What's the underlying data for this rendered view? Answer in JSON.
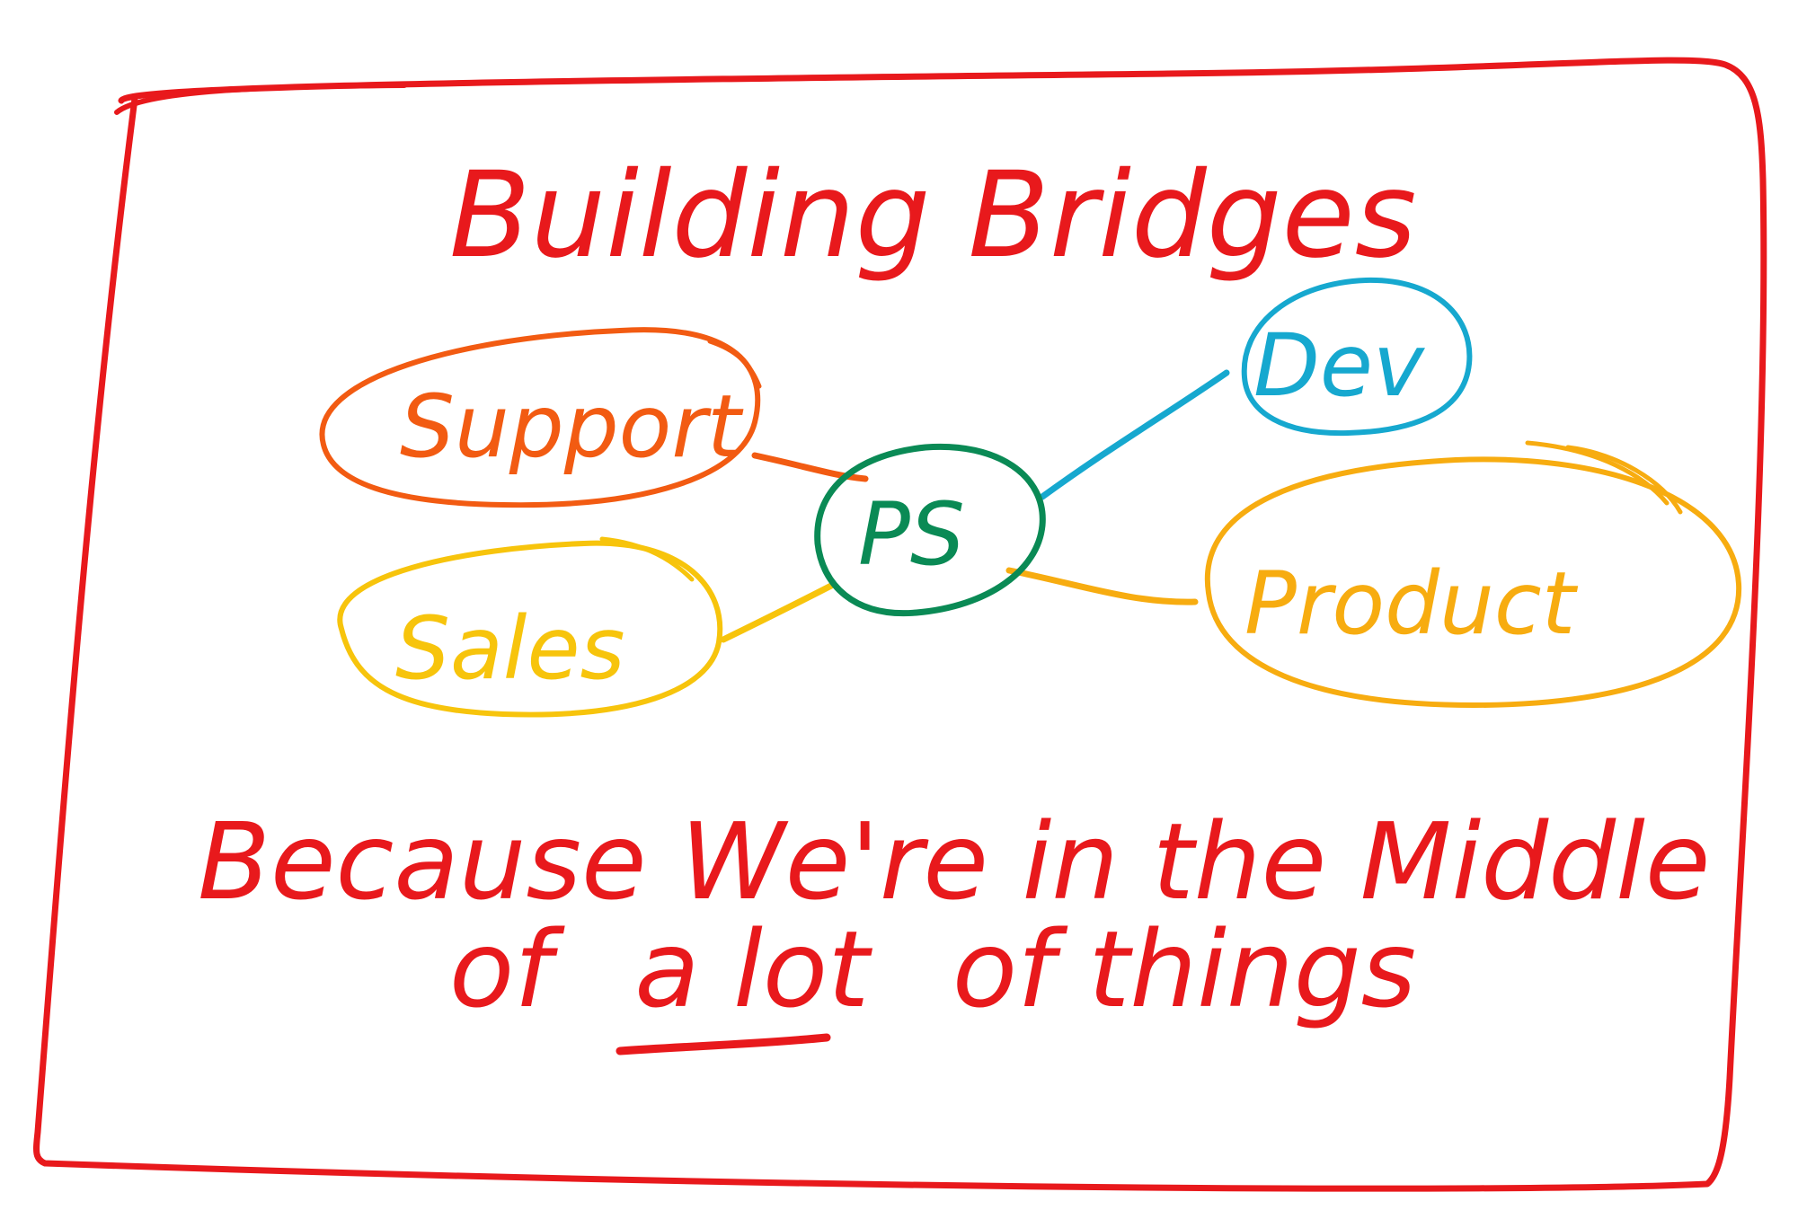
{
  "title": "Building Bridges",
  "center": {
    "label": "PS",
    "color": "#0a8a55"
  },
  "nodes": [
    {
      "id": "support",
      "label": "Support",
      "color": "#f25b12"
    },
    {
      "id": "sales",
      "label": "Sales",
      "color": "#f7c40c"
    },
    {
      "id": "dev",
      "label": "Dev",
      "color": "#16a8cf"
    },
    {
      "id": "product",
      "label": "Product",
      "color": "#f7ac10"
    }
  ],
  "footer": {
    "line1": "Because We're in the Middle",
    "line2_part1": "of",
    "line2_emphasis": "a lot",
    "line2_part2": "of things"
  },
  "colors": {
    "frame": "#e8191c",
    "text": "#e8191c"
  }
}
